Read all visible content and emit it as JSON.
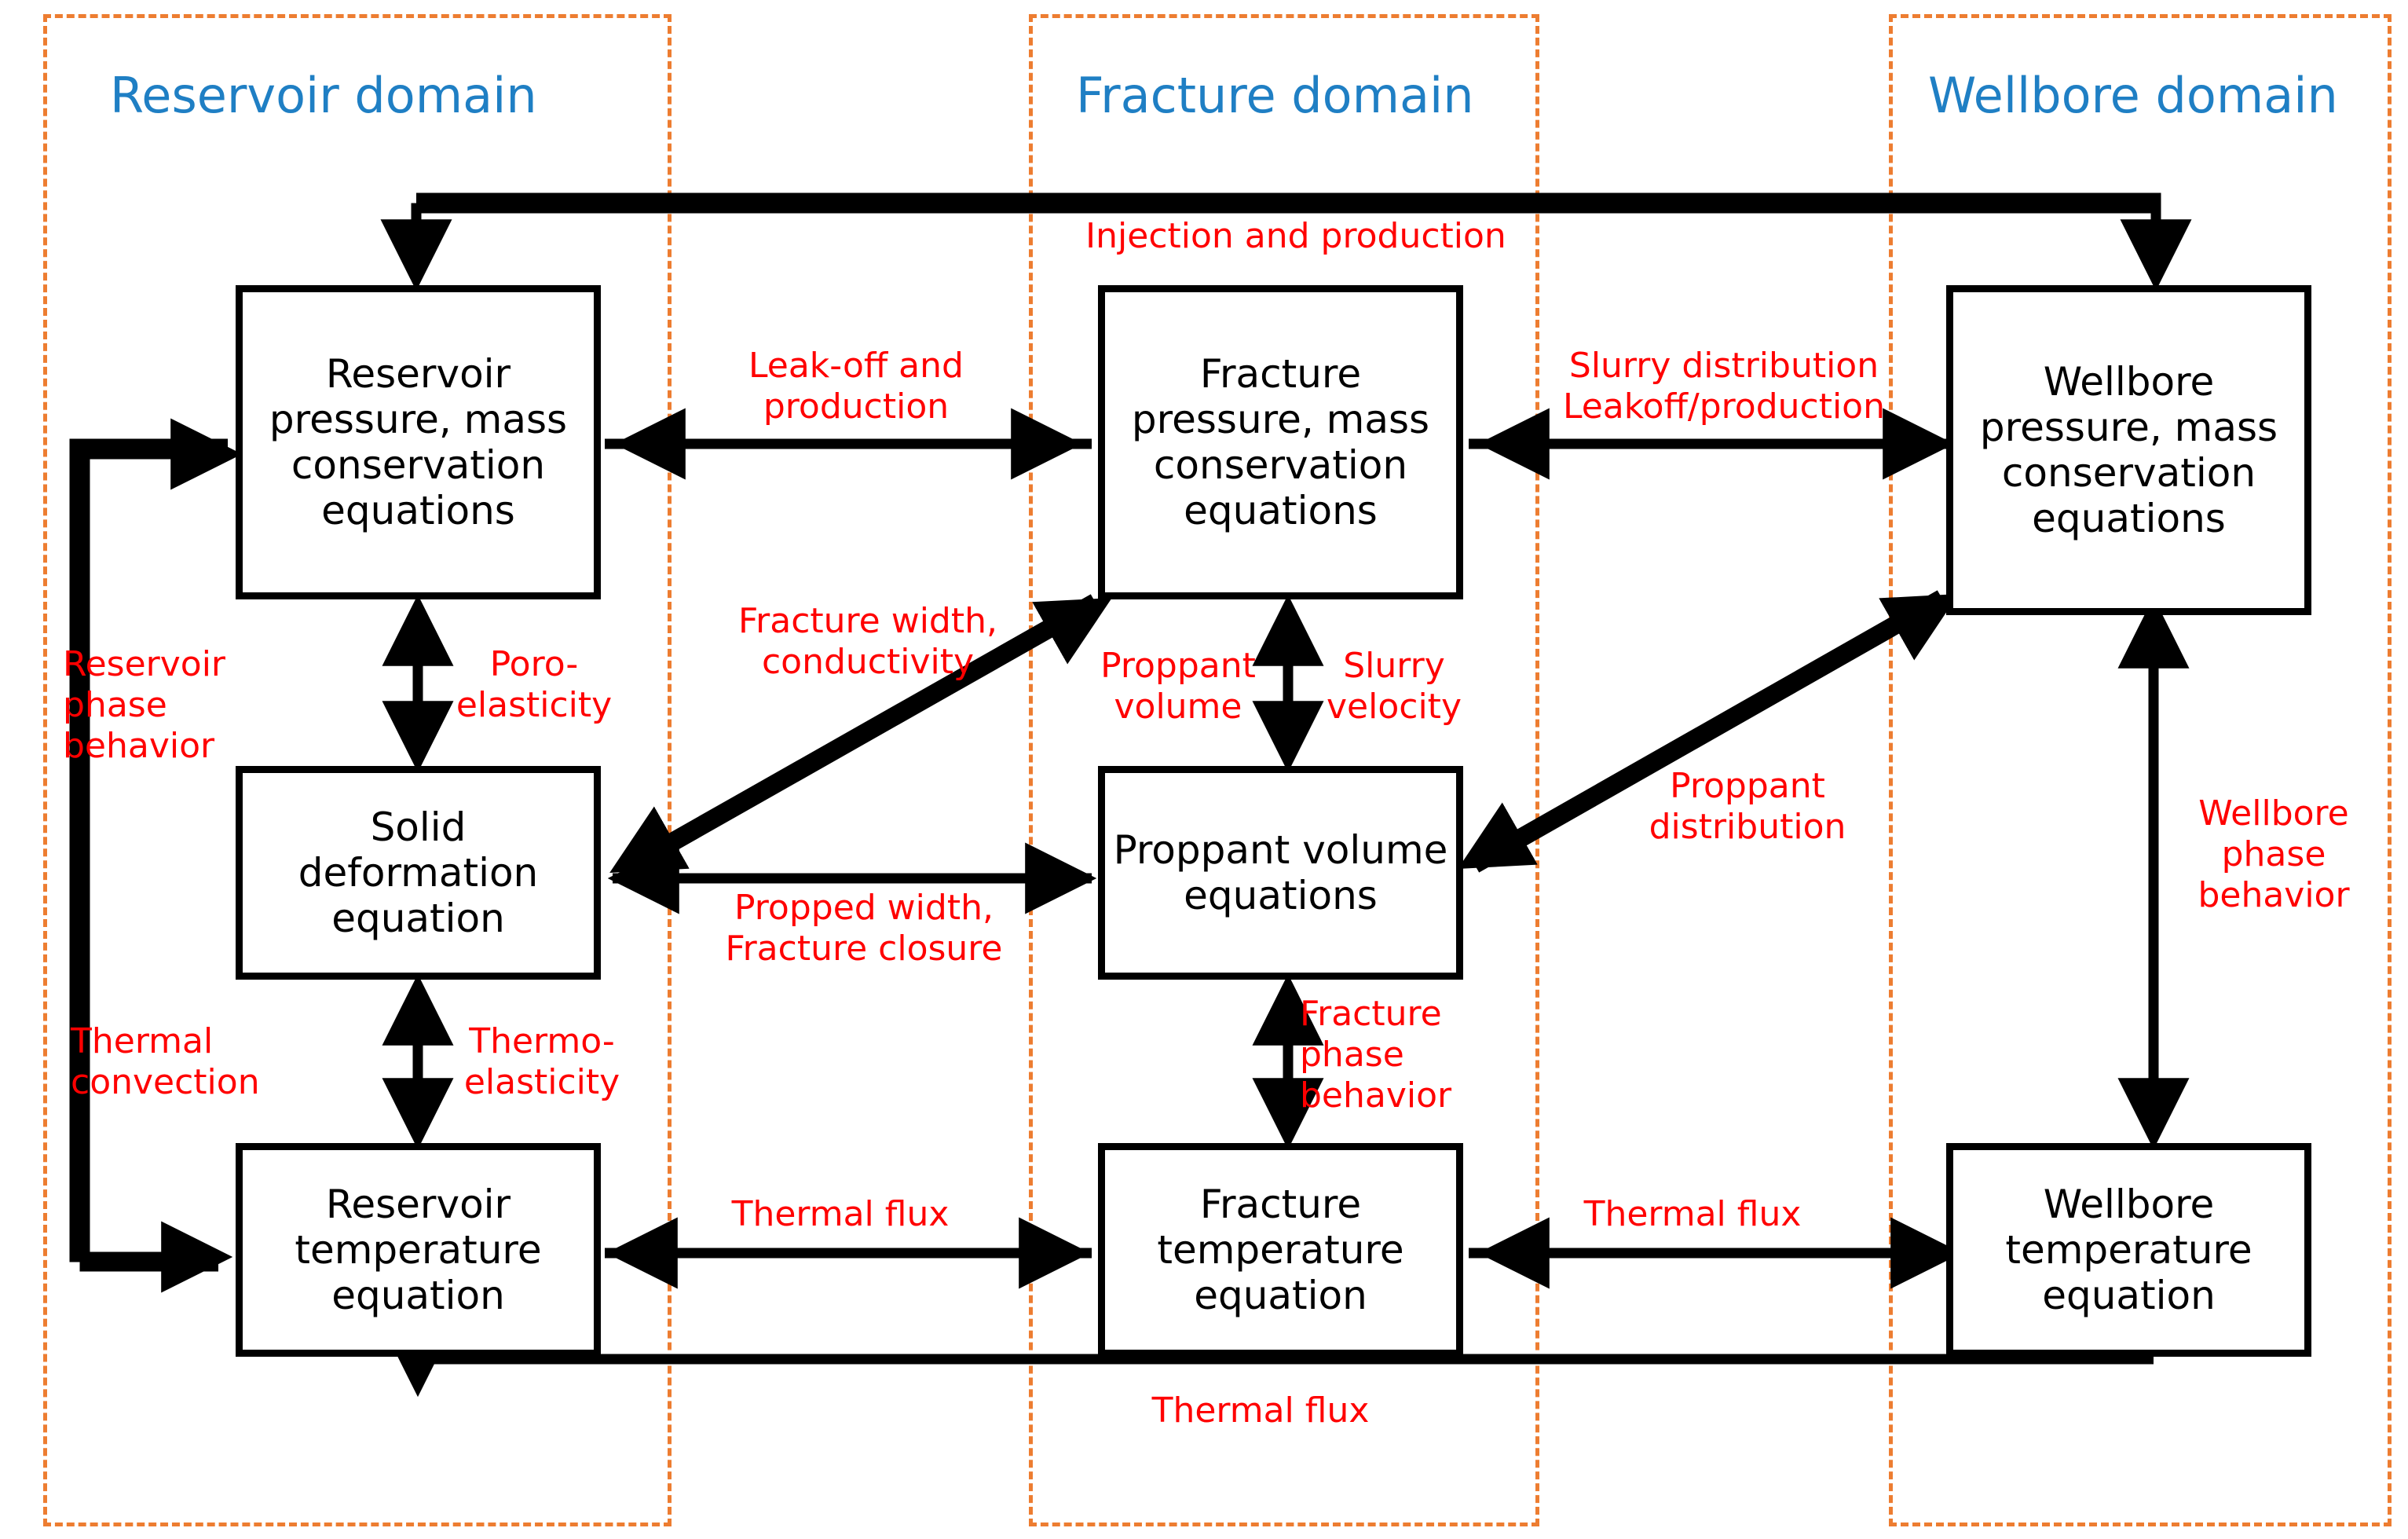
{
  "diagram": {
    "title": "Coupled reservoir-fracture-wellbore simulation model architecture",
    "colors": {
      "domain_border": "#ED7D31",
      "domain_title": "#1F7FC4",
      "node_border": "#000000",
      "label": "#FF0000",
      "background": "#FFFFFF"
    }
  },
  "domains": [
    {
      "id": "reservoir",
      "label": "Reservoir domain"
    },
    {
      "id": "fracture",
      "label": "Fracture domain"
    },
    {
      "id": "wellbore",
      "label": "Wellbore domain"
    }
  ],
  "nodes": [
    {
      "id": "res-pressure",
      "label": "Reservoir pressure, mass conservation equations"
    },
    {
      "id": "frac-pressure",
      "label": "Fracture pressure, mass conservation equations"
    },
    {
      "id": "well-pressure",
      "label": "Wellbore pressure, mass conservation equations"
    },
    {
      "id": "solid-deform",
      "label": "Solid deformation equation"
    },
    {
      "id": "prop-volume",
      "label": "Proppant volume equations"
    },
    {
      "id": "res-temp",
      "label": "Reservoir temperature equation"
    },
    {
      "id": "frac-temp",
      "label": "Fracture temperature equation"
    },
    {
      "id": "well-temp",
      "label": "Wellbore temperature equation"
    }
  ],
  "edge_labels": [
    {
      "id": "injection-production",
      "text": "Injection and production"
    },
    {
      "id": "leakoff-production",
      "text": "Leak-off and\nproduction"
    },
    {
      "id": "slurry-distribution",
      "text": "Slurry distribution\nLeakoff/production"
    },
    {
      "id": "reservoir-phase",
      "text": "Reservoir\nphase\nbehavior"
    },
    {
      "id": "poro-elasticity",
      "text": "Poro-\nelasticity"
    },
    {
      "id": "fracture-width",
      "text": "Fracture width,\nconductivity"
    },
    {
      "id": "proppant-volume-lbl",
      "text": "Proppant\nvolume"
    },
    {
      "id": "slurry-velocity",
      "text": "Slurry\nvelocity"
    },
    {
      "id": "proppant-distribution",
      "text": "Proppant\ndistribution"
    },
    {
      "id": "wellbore-phase",
      "text": "Wellbore\nphase\nbehavior"
    },
    {
      "id": "thermal-convection",
      "text": "Thermal\nconvection"
    },
    {
      "id": "thermo-elasticity",
      "text": "Thermo-\nelasticity"
    },
    {
      "id": "propped-width",
      "text": "Propped width,\nFracture closure"
    },
    {
      "id": "fracture-phase",
      "text": "Fracture\nphase\nbehavior"
    },
    {
      "id": "thermal-flux-1",
      "text": "Thermal flux"
    },
    {
      "id": "thermal-flux-2",
      "text": "Thermal flux"
    },
    {
      "id": "thermal-flux-3",
      "text": "Thermal flux"
    }
  ]
}
